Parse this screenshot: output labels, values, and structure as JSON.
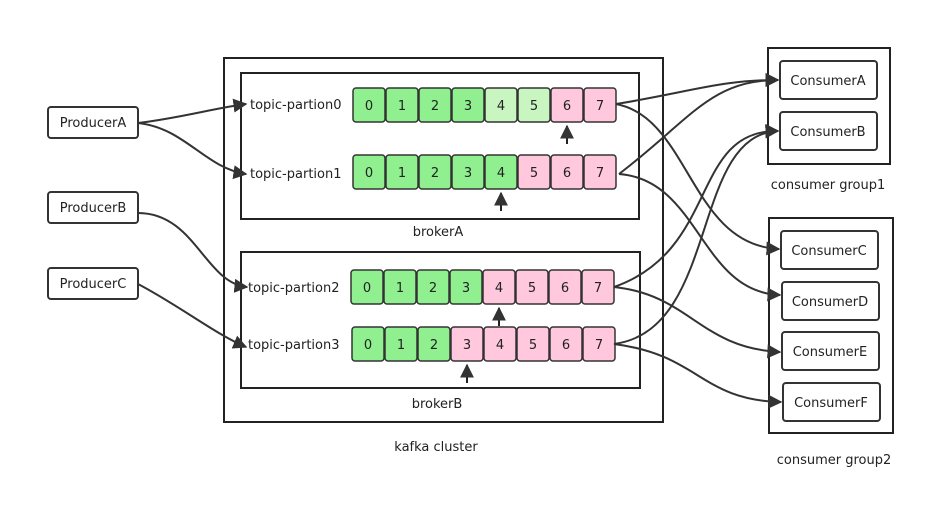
{
  "colors": {
    "consumed": "#90f090",
    "lag": "#c8f5c0",
    "unconsumed": "#ffc8dc",
    "line": "#333333"
  },
  "producers": [
    "ProducerA",
    "ProducerB",
    "ProducerC"
  ],
  "cluster": {
    "label": "kafka cluster"
  },
  "brokers": [
    {
      "label": "brokerA"
    },
    {
      "label": "brokerB"
    }
  ],
  "partitions": [
    {
      "label": "topic-partion0",
      "cells": [
        "0",
        "1",
        "2",
        "3",
        "4",
        "5",
        "6",
        "7"
      ],
      "states": [
        "c",
        "c",
        "c",
        "c",
        "l",
        "l",
        "u",
        "u"
      ],
      "offset_index": 6
    },
    {
      "label": "topic-partion1",
      "cells": [
        "0",
        "1",
        "2",
        "3",
        "4",
        "5",
        "6",
        "7"
      ],
      "states": [
        "c",
        "c",
        "c",
        "c",
        "c",
        "u",
        "u",
        "u"
      ],
      "offset_index": 4
    },
    {
      "label": "topic-partion2",
      "cells": [
        "0",
        "1",
        "2",
        "3",
        "4",
        "5",
        "6",
        "7"
      ],
      "states": [
        "c",
        "c",
        "c",
        "c",
        "u",
        "u",
        "u",
        "u"
      ],
      "offset_index": 4
    },
    {
      "label": "topic-partion3",
      "cells": [
        "0",
        "1",
        "2",
        "3",
        "4",
        "5",
        "6",
        "7"
      ],
      "states": [
        "c",
        "c",
        "c",
        "u",
        "u",
        "u",
        "u",
        "u"
      ],
      "offset_index": 3
    }
  ],
  "consumer_groups": [
    {
      "label": "consumer group1",
      "consumers": [
        "ConsumerA",
        "ConsumerB"
      ]
    },
    {
      "label": "consumer group2",
      "consumers": [
        "ConsumerC",
        "ConsumerD",
        "ConsumerE",
        "ConsumerF"
      ]
    }
  ]
}
